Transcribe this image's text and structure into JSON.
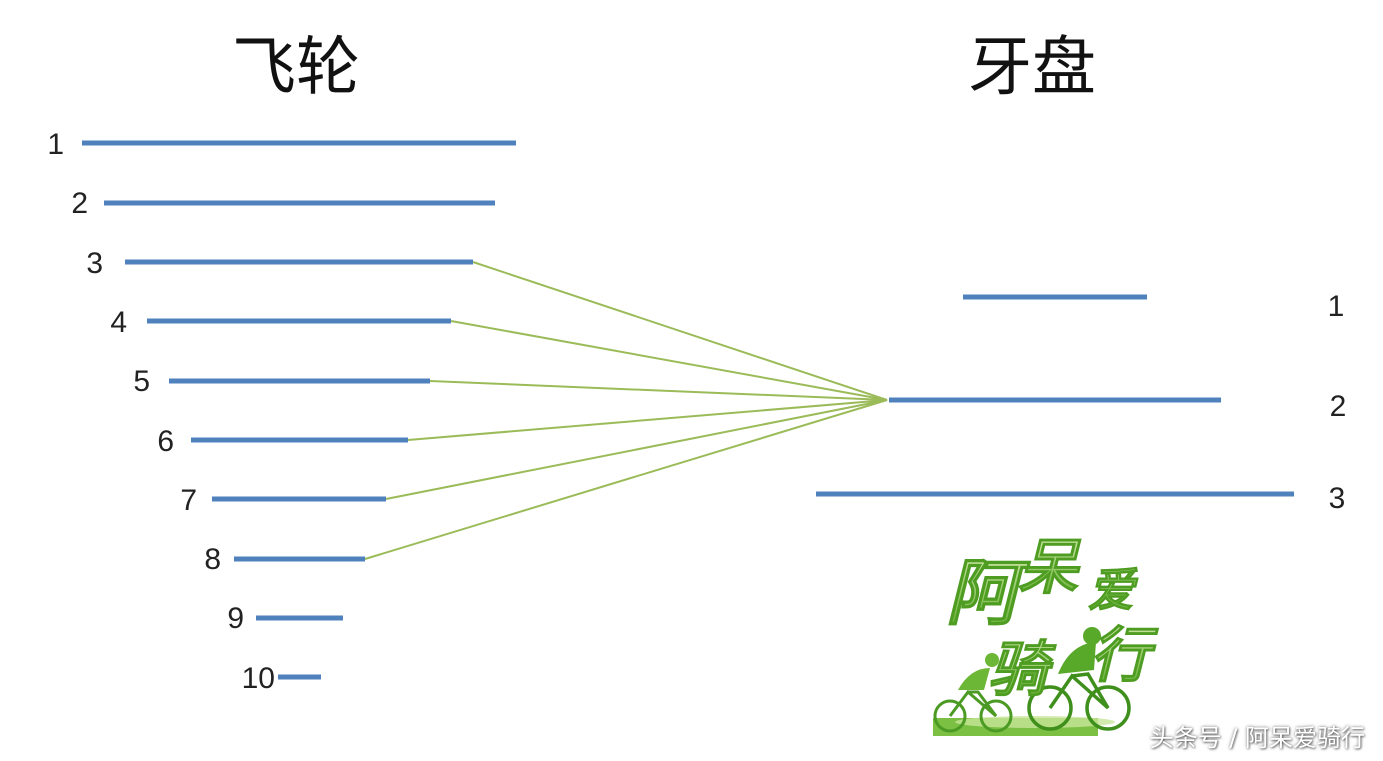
{
  "headings": {
    "flywheel": "飞轮",
    "chainring": "牙盘"
  },
  "flywheel_labels": [
    "1",
    "2",
    "3",
    "4",
    "5",
    "6",
    "7",
    "8",
    "9",
    "10"
  ],
  "chainring_labels": [
    "1",
    "2",
    "3"
  ],
  "connections": {
    "from_chainring": "2",
    "to_flywheel": [
      "3",
      "4",
      "5",
      "6",
      "7",
      "8"
    ]
  },
  "logo": {
    "text": "阿呆爱骑行",
    "primary_color": "#7bc043"
  },
  "watermark": "头条号 / 阿呆爱骑行",
  "colors": {
    "gear_line": "#4f81bd",
    "connector": "#9bbb59"
  }
}
